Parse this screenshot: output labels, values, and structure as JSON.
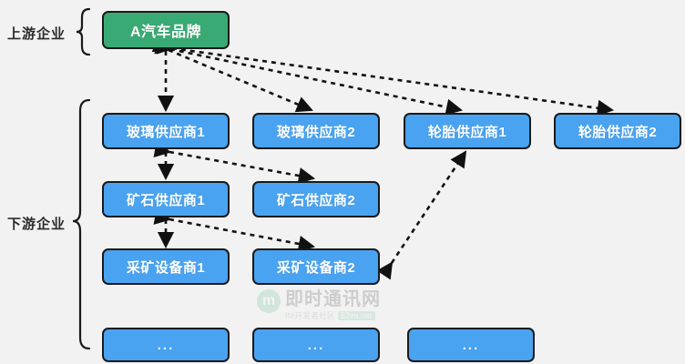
{
  "diagram": {
    "title": "supply-chain-relationship-diagram",
    "background_color": "#f2f2f2",
    "colors": {
      "brand_node": "#3aaa74",
      "supplier_node": "#4aa3f0",
      "node_border": "#1a1a1a",
      "edge": "#111111",
      "label_text": "#2b2b2b",
      "node_text": "#ffffff"
    }
  },
  "groups": [
    {
      "id": "upstream",
      "label": "上游企业"
    },
    {
      "id": "downstream",
      "label": "下游企业"
    }
  ],
  "nodes": {
    "brand": {
      "label": "A汽车品牌"
    },
    "row_suppliers": [
      {
        "label": "玻璃供应商1"
      },
      {
        "label": "玻璃供应商2"
      },
      {
        "label": "轮胎供应商1"
      },
      {
        "label": "轮胎供应商2"
      }
    ],
    "row_ore": [
      {
        "label": "矿石供应商1"
      },
      {
        "label": "矿石供应商2"
      }
    ],
    "row_mining": [
      {
        "label": "采矿设备商1"
      },
      {
        "label": "采矿设备商2"
      }
    ],
    "row_more": [
      {
        "label": "..."
      },
      {
        "label": "..."
      },
      {
        "label": "..."
      }
    ]
  },
  "watermark": {
    "logo_letter": "m",
    "main_text": "即时通讯网",
    "sub_text": "IM开发者社区",
    "sub_badge": "52im.net"
  }
}
